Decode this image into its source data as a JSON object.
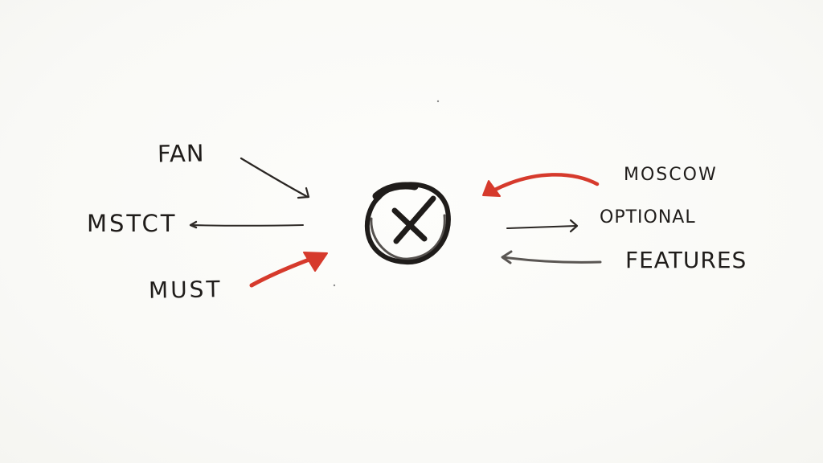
{
  "diagram": {
    "center_symbol": "circled-x",
    "colors": {
      "background": "#fbfbf8",
      "ink": "#1f1c1a",
      "ink_gray": "#4a4643",
      "accent_red": "#d63a2c"
    },
    "left_labels": [
      {
        "id": "fan",
        "text": "FAN",
        "arrow": "points toward center",
        "arrow_color": "ink"
      },
      {
        "id": "mstct",
        "text": "MSTCT",
        "arrow": "points from center toward label",
        "arrow_color": "ink"
      },
      {
        "id": "must",
        "text": "MUST",
        "arrow": "points toward center",
        "arrow_color": "accent_red"
      }
    ],
    "right_labels": [
      {
        "id": "moscow",
        "text": "MOSCOW",
        "arrow": "curved, points toward center",
        "arrow_color": "accent_red"
      },
      {
        "id": "optional",
        "text": "OPTIONAL",
        "arrow": "points from center toward label",
        "arrow_color": "ink"
      },
      {
        "id": "features",
        "text": "FEATURES",
        "arrow": "points toward center",
        "arrow_color": "ink_gray"
      }
    ]
  }
}
